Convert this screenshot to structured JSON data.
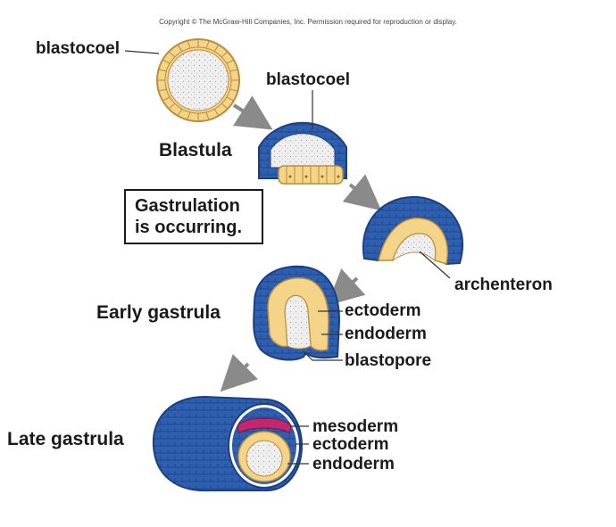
{
  "copyright": "Copyright © The McGraw-Hill Companies, Inc. Permission required for reproduction or display.",
  "labels": {
    "blastocoel_1": "blastocoel",
    "blastocoel_2": "blastocoel",
    "blastula": "Blastula",
    "gastrulation_line1": "Gastrulation",
    "gastrulation_line2": "is occurring.",
    "archenteron": "archenteron",
    "early_gastrula": "Early gastrula",
    "ectoderm_1": "ectoderm",
    "endoderm_1": "endoderm",
    "blastopore": "blastopore",
    "late_gastrula": "Late gastrula",
    "mesoderm": "mesoderm",
    "ectoderm_2": "ectoderm",
    "endoderm_2": "endoderm"
  },
  "colors": {
    "ectoderm_blue": "#2f5fb0",
    "ectoderm_dark": "#1c3f80",
    "yolk_cells": "#f3d489",
    "yolk_outline": "#b98d3c",
    "cavity": "#eeeeee",
    "mesoderm_pink": "#c2286e",
    "arrow_gray": "#8a8a8a"
  }
}
